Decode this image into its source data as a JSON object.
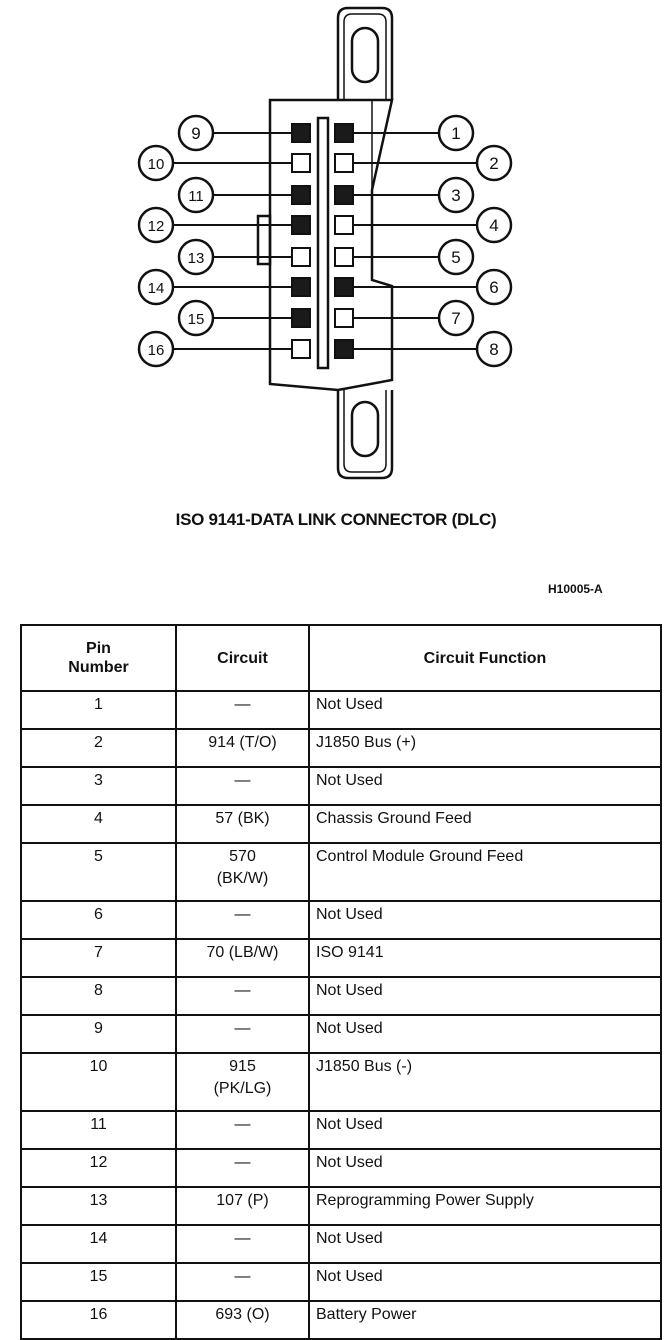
{
  "connector": {
    "right_pins": [
      "1",
      "2",
      "3",
      "4",
      "5",
      "6",
      "7",
      "8"
    ],
    "left_pins": [
      "9",
      "10",
      "11",
      "12",
      "13",
      "14",
      "15",
      "16"
    ]
  },
  "title": "ISO 9141-DATA LINK CONNECTOR (DLC)",
  "figure_code": "H10005-A",
  "table": {
    "headers": [
      "Pin\nNumber",
      "Circuit",
      "Circuit Function"
    ],
    "rows": [
      {
        "pin": "1",
        "circuit": "—",
        "function": "Not Used"
      },
      {
        "pin": "2",
        "circuit": "914 (T/O)",
        "function": "J1850 Bus (+)"
      },
      {
        "pin": "3",
        "circuit": "—",
        "function": "Not Used"
      },
      {
        "pin": "4",
        "circuit": "57 (BK)",
        "function": "Chassis Ground Feed"
      },
      {
        "pin": "5",
        "circuit": "570\n(BK/W)",
        "function": "Control Module Ground Feed"
      },
      {
        "pin": "6",
        "circuit": "—",
        "function": "Not Used"
      },
      {
        "pin": "7",
        "circuit": "70 (LB/W)",
        "function": "ISO 9141"
      },
      {
        "pin": "8",
        "circuit": "—",
        "function": "Not Used"
      },
      {
        "pin": "9",
        "circuit": "—",
        "function": "Not Used"
      },
      {
        "pin": "10",
        "circuit": "915\n(PK/LG)",
        "function": "J1850 Bus (-)"
      },
      {
        "pin": "11",
        "circuit": "—",
        "function": "Not Used"
      },
      {
        "pin": "12",
        "circuit": "—",
        "function": "Not Used"
      },
      {
        "pin": "13",
        "circuit": "107 (P)",
        "function": "Reprogramming Power Supply"
      },
      {
        "pin": "14",
        "circuit": "—",
        "function": "Not Used"
      },
      {
        "pin": "15",
        "circuit": "—",
        "function": "Not Used"
      },
      {
        "pin": "16",
        "circuit": "693 (O)",
        "function": "Battery Power"
      }
    ]
  }
}
